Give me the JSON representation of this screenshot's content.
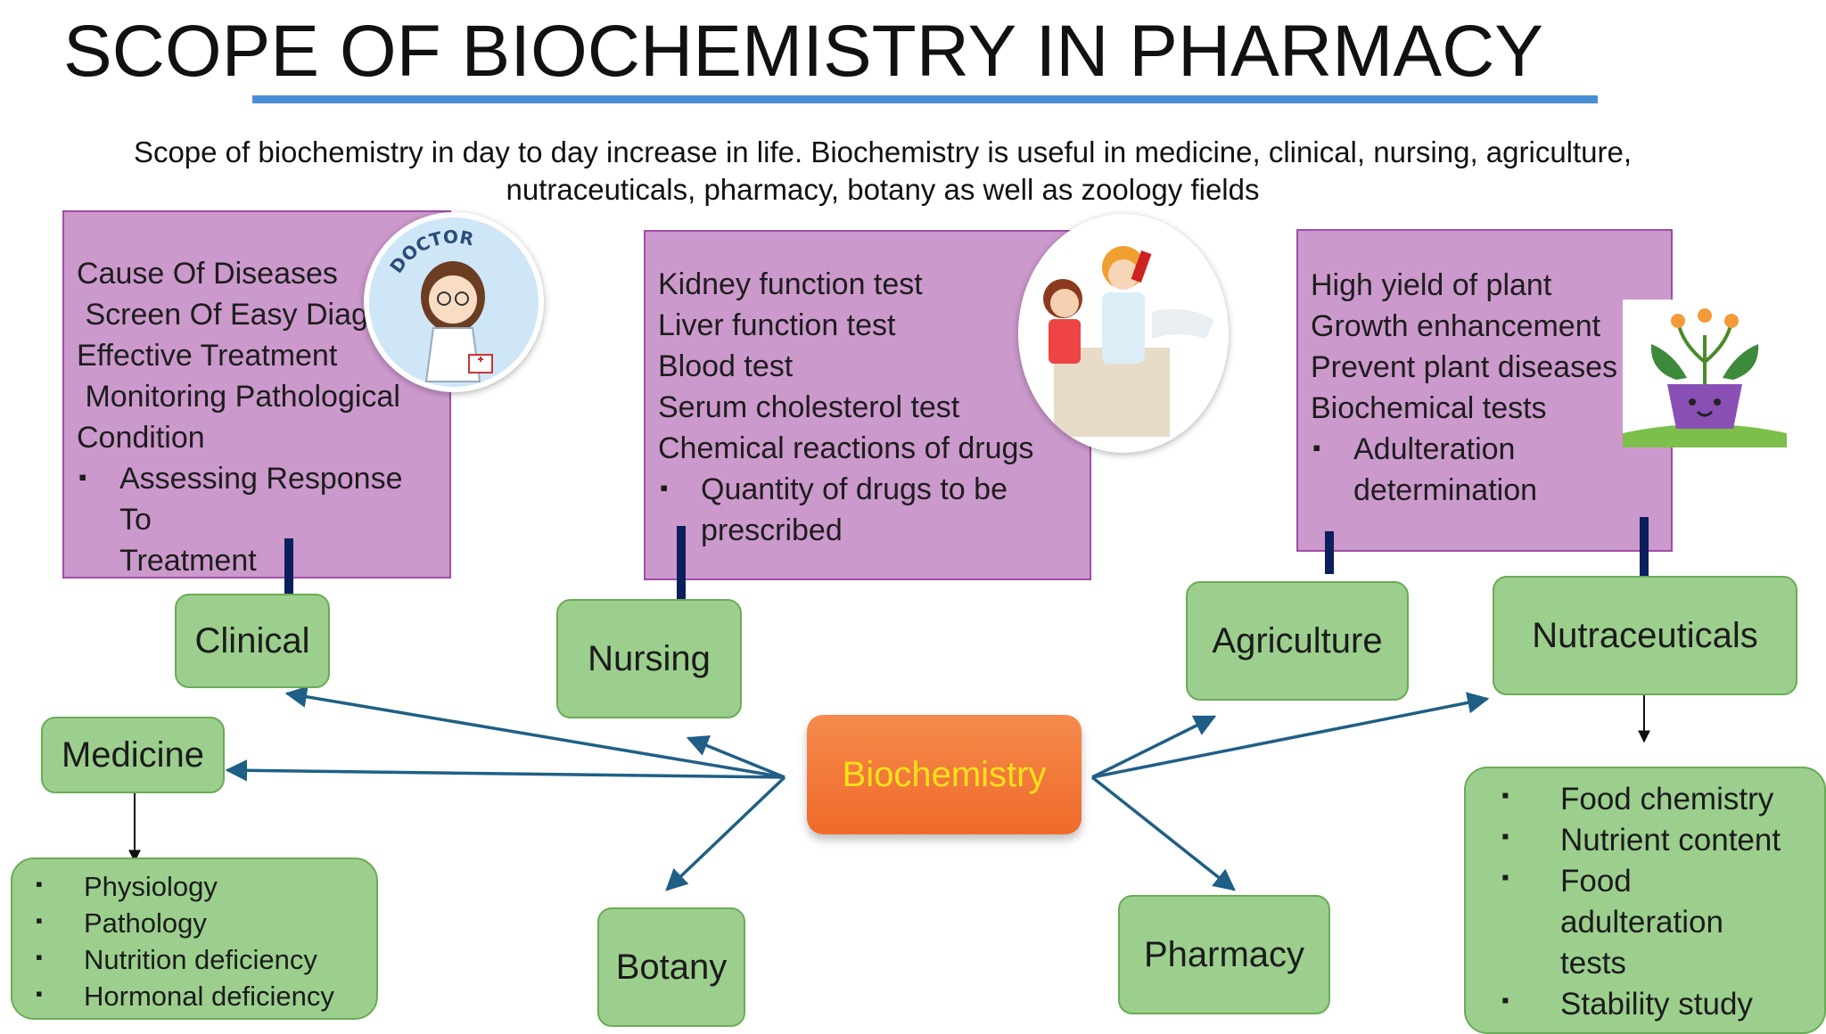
{
  "title": "SCOPE OF BIOCHEMISTRY IN PHARMACY",
  "intro": {
    "line1": "Scope of biochemistry in day to day increase in life. Biochemistry is useful in medicine, clinical, nursing, agriculture,",
    "line2": "nutraceuticals, pharmacy, botany as well as zoology fields"
  },
  "center": {
    "label": "Biochemistry"
  },
  "clinical_box": {
    "lines": [
      "Cause Of Diseases",
      " Screen Of Easy Diagnosis",
      "Effective Treatment",
      " Monitoring Pathological",
      "Condition"
    ],
    "bullet": [
      "Assessing Response To",
      "Treatment"
    ]
  },
  "nursing_box": {
    "lines": [
      "Kidney function test",
      "Liver function test",
      "Blood test",
      "Serum cholesterol test",
      "Chemical reactions of drugs"
    ],
    "bullet": [
      "Quantity of drugs to be",
      "prescribed"
    ]
  },
  "agri_box": {
    "lines": [
      "High yield of plant",
      "Growth enhancement",
      "Prevent plant diseases",
      "Biochemical tests"
    ],
    "bullet": [
      "Adulteration",
      "determination"
    ]
  },
  "nodes": {
    "clinical": "Clinical",
    "nursing": "Nursing",
    "medicine": "Medicine",
    "botany": "Botany",
    "agriculture": "Agriculture",
    "nutraceuticals": "Nutraceuticals",
    "pharmacy": "Pharmacy"
  },
  "medicine_list": [
    "Physiology",
    "Pathology",
    "Nutrition deficiency",
    "Hormonal deficiency"
  ],
  "nutra_list": [
    "Food chemistry",
    "Nutrient content",
    "Food",
    "adulteration",
    "tests",
    "Stability study"
  ],
  "images": {
    "doctor_label": "DOCTOR"
  },
  "colors": {
    "purple_box": "#cc99cc",
    "green_box": "#9ccf8d",
    "center_box": "#ef6a2a",
    "center_text": "#ffe11a",
    "arrow": "#1f5f86",
    "title_rule": "#4a8fd6"
  }
}
